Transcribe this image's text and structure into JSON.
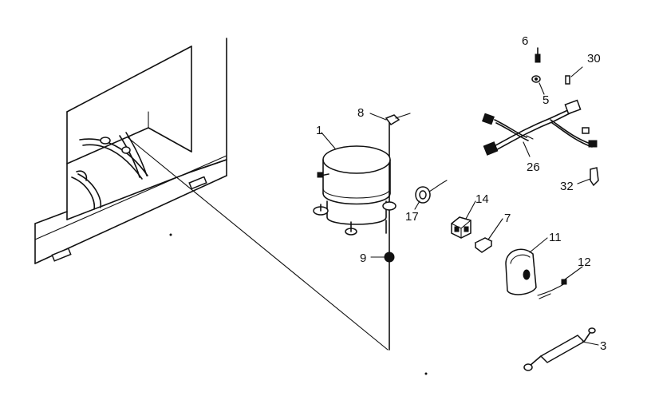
{
  "callouts": {
    "c1": "1",
    "c3": "3",
    "c5": "5",
    "c6": "6",
    "c7": "7",
    "c8": "8",
    "c9": "9",
    "c11": "11",
    "c12": "12",
    "c14": "14",
    "c17": "17",
    "c26": "26",
    "c30": "30",
    "c32": "32"
  }
}
